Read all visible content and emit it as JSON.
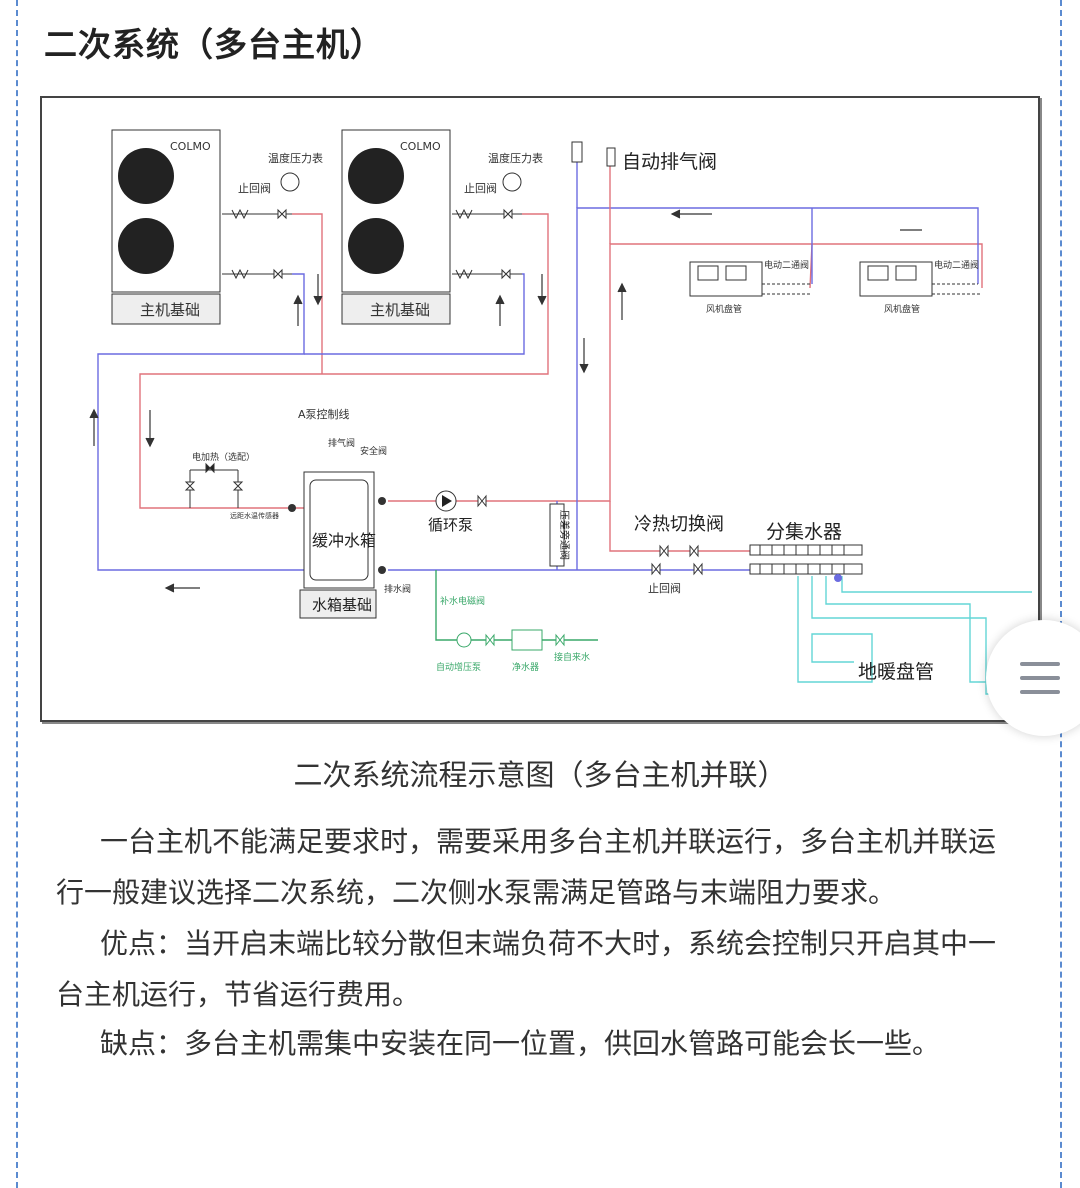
{
  "page": {
    "title": "二次系统（多台主机）"
  },
  "diagram": {
    "brand": "COLMO",
    "units": [
      {
        "base_label": "主机基础",
        "gauge_label": "温度压力表",
        "check_valve_label": "止回阀"
      },
      {
        "base_label": "主机基础",
        "gauge_label": "温度压力表",
        "check_valve_label": "止回阀"
      }
    ],
    "labels": {
      "auto_vent": "自动排气阀",
      "fan_coil": "风机盘管",
      "two_way_valve": "电动二通阀",
      "pump_control": "A泵控制线",
      "exhaust_valve": "排气阀",
      "safety_valve": "安全阀",
      "electric_heater": "电加热（选配）",
      "temp_sensor": "远距水温传感器",
      "buffer_tank": "缓冲水箱",
      "tank_base": "水箱基础",
      "drain_valve": "排水阀",
      "circulation_pump": "循环泵",
      "bypass_valve": "压差旁通阀",
      "switch_valve": "冷热切换阀",
      "manifold": "分集水器",
      "check_valve": "止回阀",
      "refill_valve": "补水电磁阀",
      "booster_pump": "自动增压泵",
      "filter": "净水器",
      "tap_water": "接自来水",
      "floor_heating": "地暖盘管"
    }
  },
  "caption": "二次系统流程示意图（多台主机并联）",
  "paragraphs": {
    "p1_line1": "一台主机不能满足要求时，需要采用多台主机并联运行，多台主机并联运",
    "p1_line2": "行一般建议选择二次系统，二次侧水泵需满足管路与末端阻力要求。",
    "p2_line1": "优点：当开启末端比较分散但末端负荷不大时，系统会控制只开启其中一",
    "p2_line2": "台主机运行，节省运行费用。",
    "p3_line1": "缺点：多台主机需集中安装在同一位置，供回水管路可能会长一些。"
  },
  "colors": {
    "supply": "#e0737c",
    "return": "#6b6be0",
    "refill": "#3aa86a",
    "floor": "#63d6d6",
    "frame": "#5b8bd0"
  }
}
